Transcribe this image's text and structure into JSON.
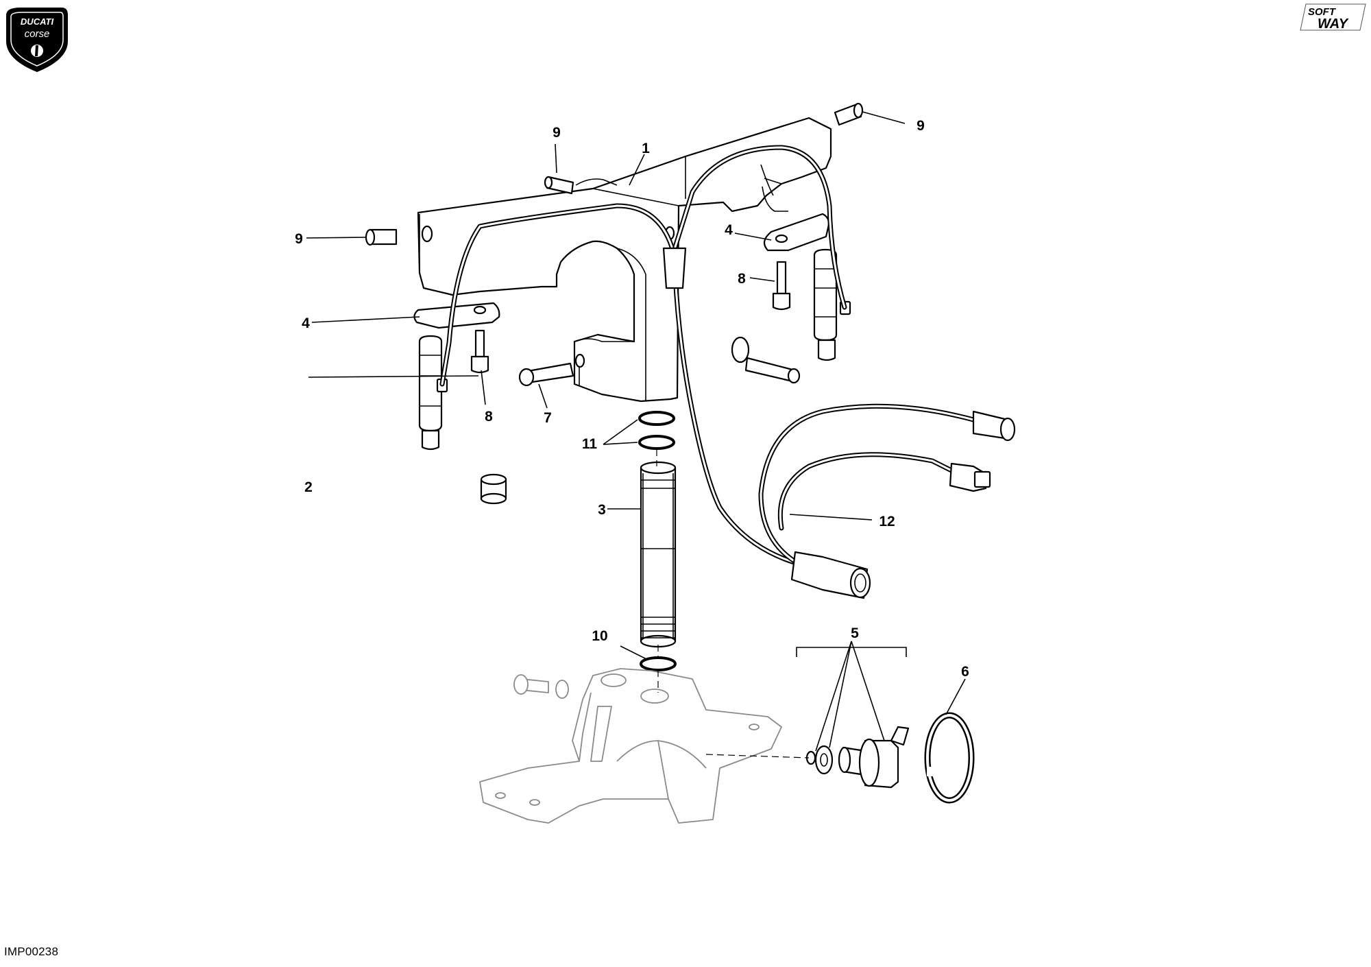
{
  "logos": {
    "left_brand_top": "DUCATI",
    "left_brand_bottom": "corse",
    "right_brand_top": "SOFT",
    "right_brand_bottom": "WAY"
  },
  "footer": {
    "code": "IMP00238"
  },
  "callouts": [
    {
      "id": "c1",
      "text": "1"
    },
    {
      "id": "c2",
      "text": "2"
    },
    {
      "id": "c3",
      "text": "3"
    },
    {
      "id": "c4a",
      "text": "4"
    },
    {
      "id": "c4b",
      "text": "4"
    },
    {
      "id": "c5",
      "text": "5"
    },
    {
      "id": "c6",
      "text": "6"
    },
    {
      "id": "c7",
      "text": "7"
    },
    {
      "id": "c8a",
      "text": "8"
    },
    {
      "id": "c8b",
      "text": "8"
    },
    {
      "id": "c9a",
      "text": "9"
    },
    {
      "id": "c9b",
      "text": "9"
    },
    {
      "id": "c9c",
      "text": "9"
    },
    {
      "id": "c10",
      "text": "10"
    },
    {
      "id": "c11",
      "text": "11"
    },
    {
      "id": "c12",
      "text": "12"
    }
  ]
}
